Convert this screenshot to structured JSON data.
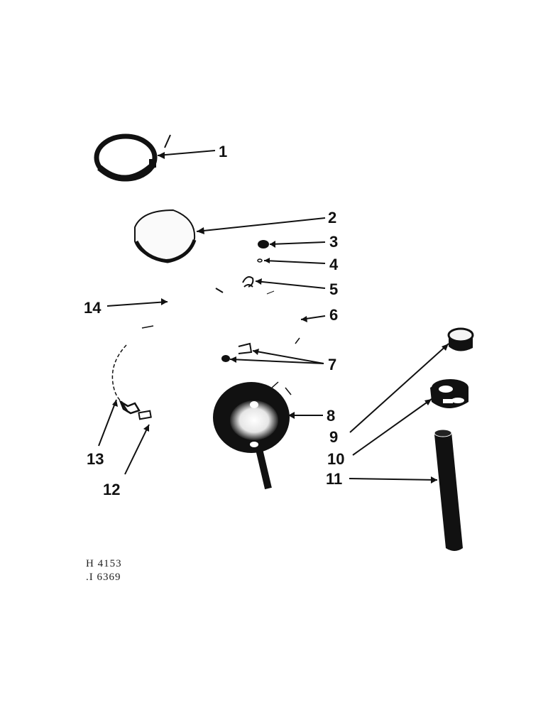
{
  "callouts": {
    "c1": "1",
    "c2": "2",
    "c3": "3",
    "c4": "4",
    "c5": "5",
    "c6": "6",
    "c7": "7",
    "c8": "8",
    "c9": "9",
    "c10": "10",
    "c11": "11",
    "c12": "12",
    "c13": "13",
    "c14": "14"
  },
  "drawing_codes": {
    "code1": "H 4153",
    "code2": ".I 6369"
  },
  "colors": {
    "ink": "#111111",
    "paper": "#ffffff",
    "hub_fill": "#dcdcdc"
  }
}
